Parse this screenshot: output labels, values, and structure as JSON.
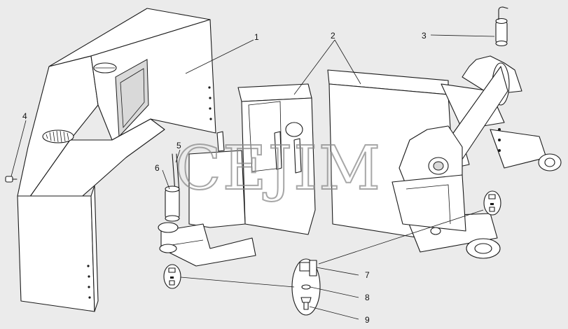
{
  "callouts": [
    {
      "id": "1",
      "label": "1"
    },
    {
      "id": "2",
      "label": "2"
    },
    {
      "id": "3",
      "label": "3"
    },
    {
      "id": "4",
      "label": "4"
    },
    {
      "id": "5",
      "label": "5"
    },
    {
      "id": "6",
      "label": "6"
    },
    {
      "id": "7",
      "label": "7"
    },
    {
      "id": "8",
      "label": "8"
    },
    {
      "id": "9",
      "label": "9"
    }
  ],
  "watermark": "СЕЈІМ",
  "colors": {
    "line": "#1a1a1a",
    "background": "#ebebeb",
    "watermark": "#8a8a8a"
  }
}
